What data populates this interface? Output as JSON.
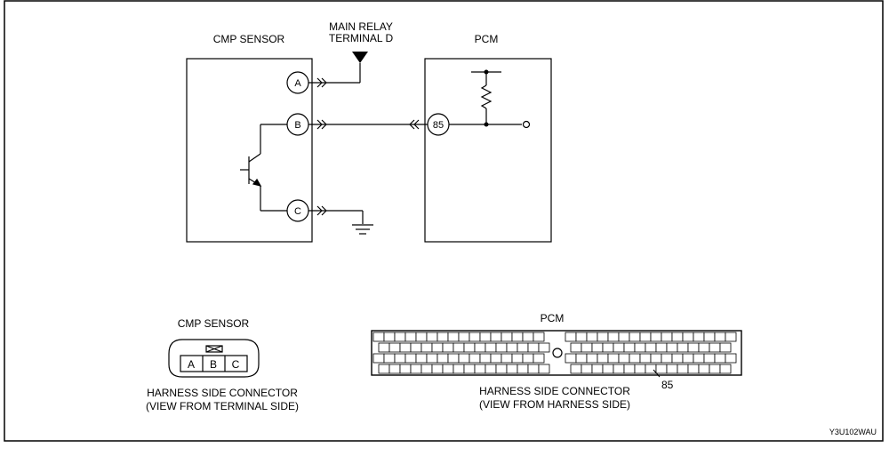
{
  "cmp_sensor": {
    "title": "CMP SENSOR",
    "terminals": [
      "A",
      "B",
      "C"
    ]
  },
  "main_relay": {
    "line1": "MAIN RELAY",
    "line2": "TERMINAL D"
  },
  "pcm": {
    "title": "PCM",
    "terminal": "85"
  },
  "cmp_connector": {
    "title": "CMP SENSOR",
    "pins": [
      "A",
      "B",
      "C"
    ],
    "caption_line1": "HARNESS SIDE CONNECTOR",
    "caption_line2": "(VIEW FROM TERMINAL SIDE)"
  },
  "pcm_connector": {
    "title": "PCM",
    "pin_label": "85",
    "caption_line1": "HARNESS SIDE CONNECTOR",
    "caption_line2": "(VIEW FROM HARNESS SIDE)"
  },
  "figure_code": "Y3U102WAU"
}
